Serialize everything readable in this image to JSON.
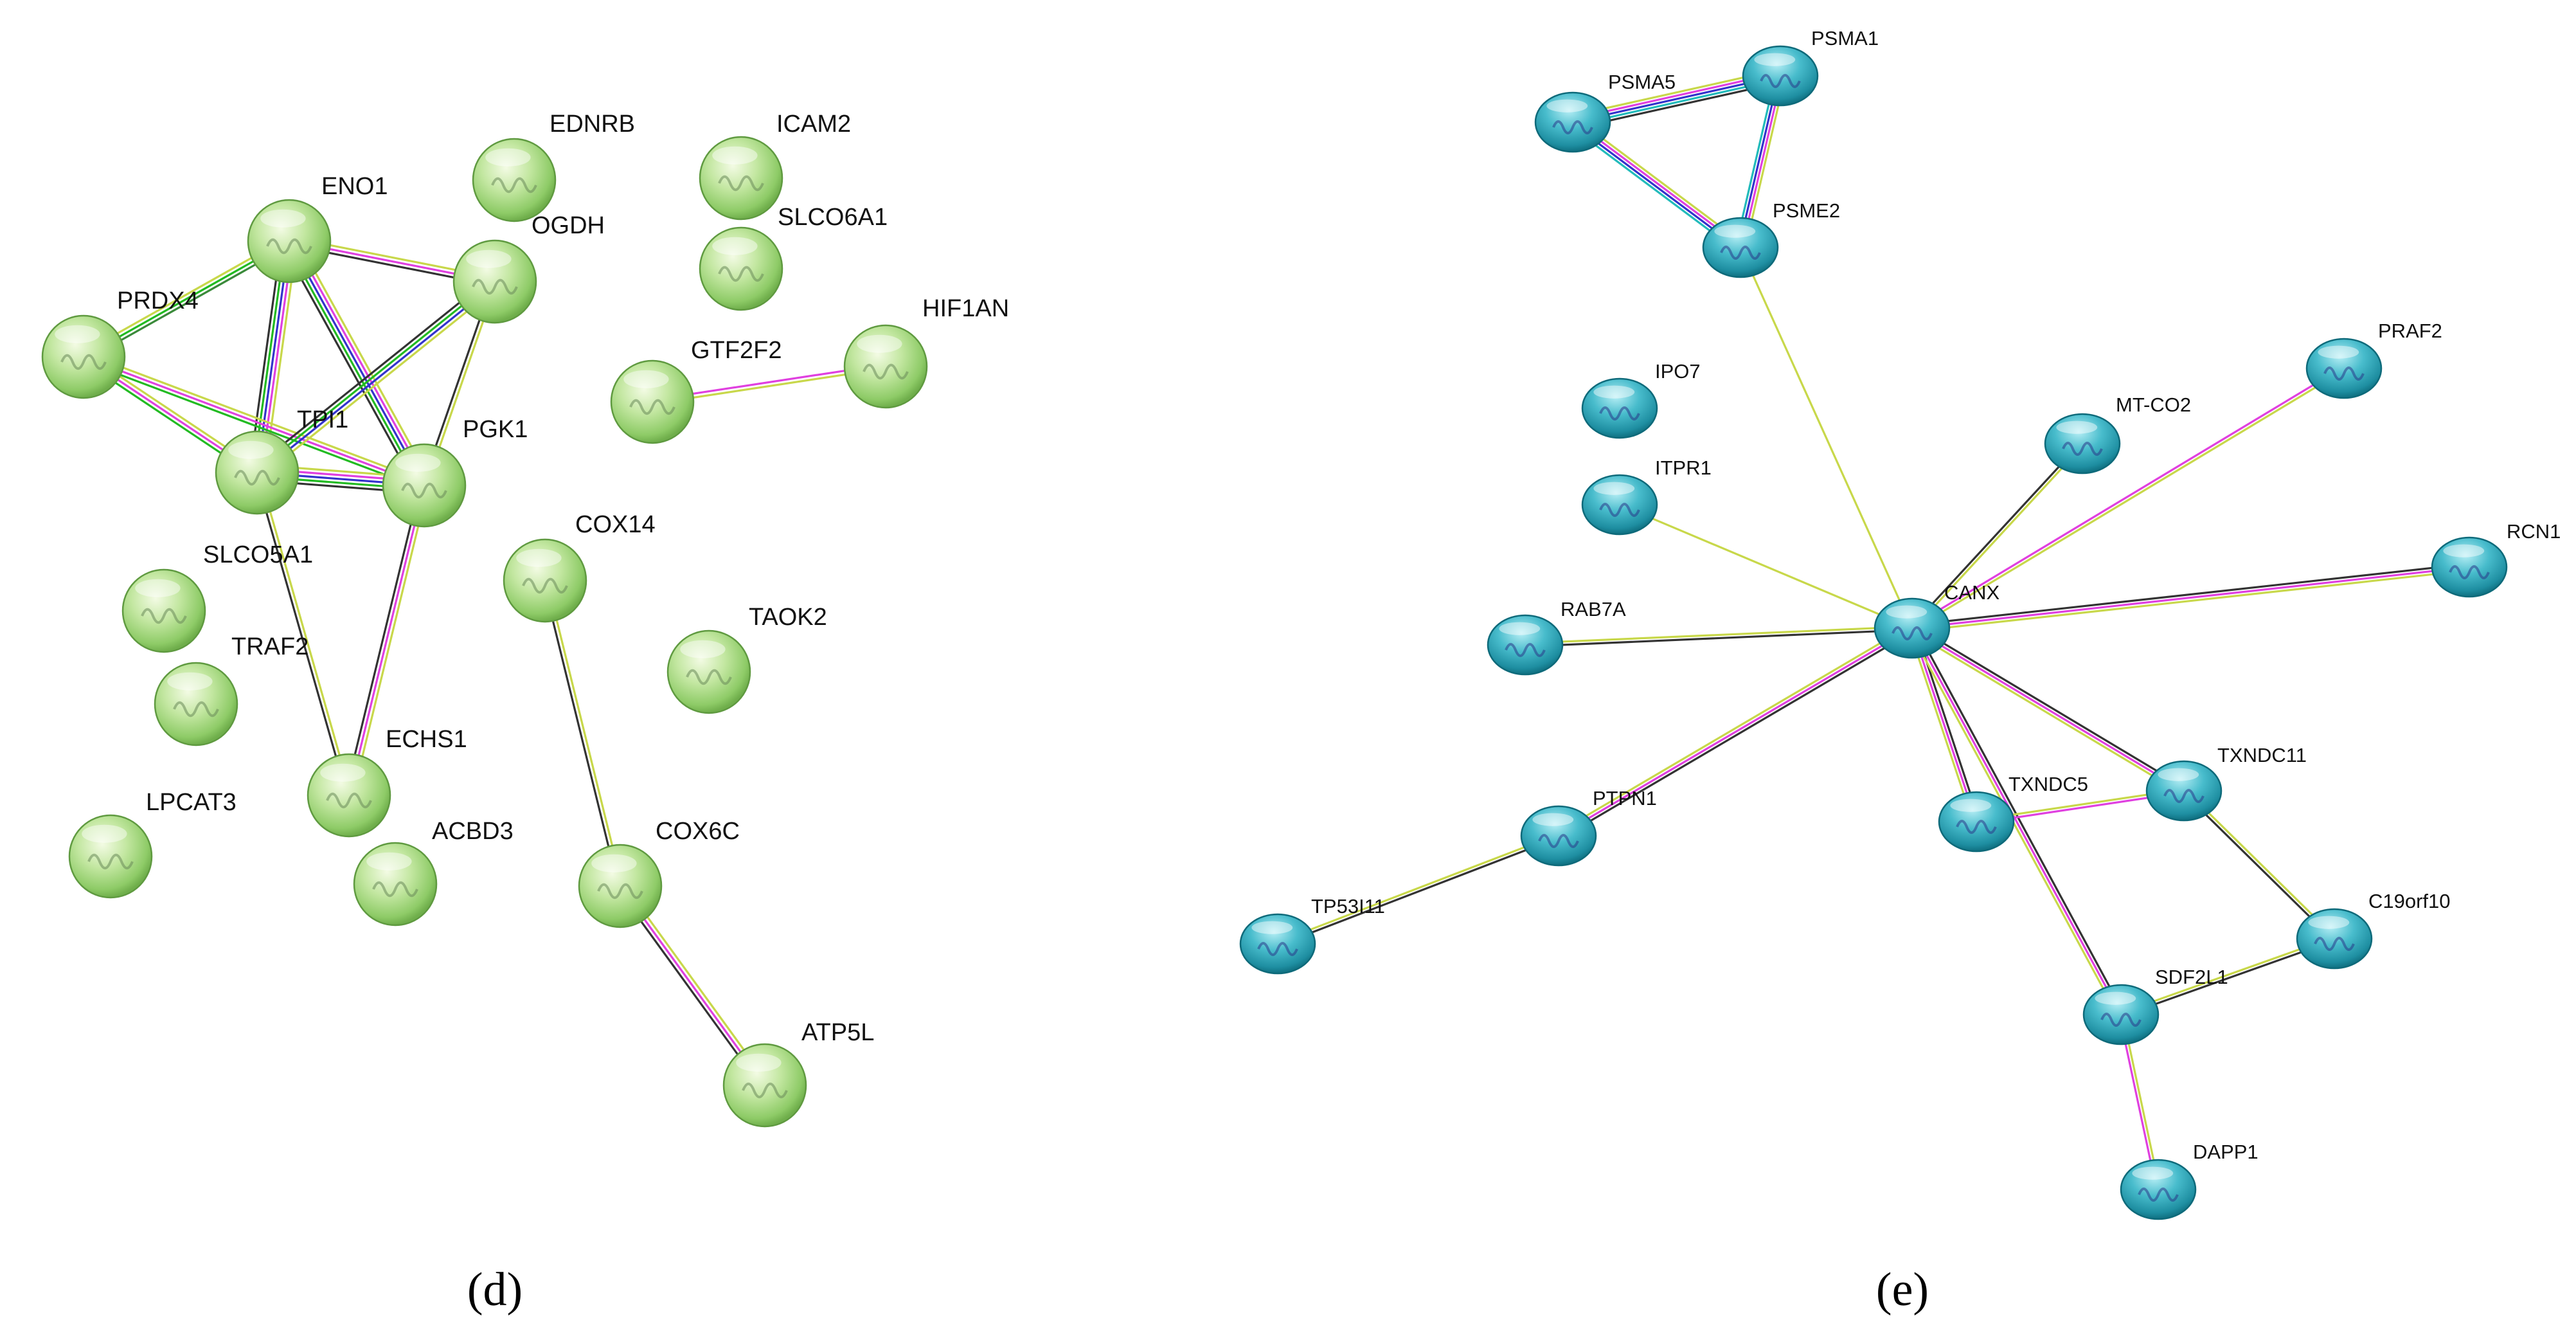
{
  "panels": [
    {
      "id": "d",
      "label": "(d)",
      "theme": "green",
      "nodes": [
        {
          "id": "EDNRB",
          "label": "EDNRB"
        },
        {
          "id": "ENO1",
          "label": "ENO1"
        },
        {
          "id": "OGDH",
          "label": "OGDH"
        },
        {
          "id": "PRDX4",
          "label": "PRDX4"
        },
        {
          "id": "TPI1",
          "label": "TPI1"
        },
        {
          "id": "PGK1",
          "label": "PGK1"
        },
        {
          "id": "SLCO5A1",
          "label": "SLCO5A1"
        },
        {
          "id": "TRAF2",
          "label": "TRAF2"
        },
        {
          "id": "ECHS1",
          "label": "ECHS1"
        },
        {
          "id": "LPCAT3",
          "label": "LPCAT3"
        },
        {
          "id": "ACBD3",
          "label": "ACBD3"
        },
        {
          "id": "ICAM2",
          "label": "ICAM2"
        },
        {
          "id": "SLCO6A1",
          "label": "SLCO6A1"
        },
        {
          "id": "GTF2F2",
          "label": "GTF2F2"
        },
        {
          "id": "HIF1AN",
          "label": "HIF1AN"
        },
        {
          "id": "COX14",
          "label": "COX14"
        },
        {
          "id": "TAOK2",
          "label": "TAOK2"
        },
        {
          "id": "COX6C",
          "label": "COX6C"
        },
        {
          "id": "ATP5L",
          "label": "ATP5L"
        }
      ],
      "edges": [
        {
          "source": "ENO1",
          "target": "OGDH",
          "colors": [
            "#c8d84a",
            "#e040e0",
            "#333333"
          ]
        },
        {
          "source": "ENO1",
          "target": "PRDX4",
          "colors": [
            "#3a8a3a",
            "#22bb22",
            "#c8d84a"
          ]
        },
        {
          "source": "ENO1",
          "target": "TPI1",
          "colors": [
            "#c8d84a",
            "#e040e0",
            "#3333cc",
            "#22bb22",
            "#333333"
          ]
        },
        {
          "source": "ENO1",
          "target": "PGK1",
          "colors": [
            "#c8d84a",
            "#e040e0",
            "#3333cc",
            "#22bb22",
            "#333333"
          ]
        },
        {
          "source": "PRDX4",
          "target": "TPI1",
          "colors": [
            "#c8d84a",
            "#e040e0",
            "#22bb22"
          ]
        },
        {
          "source": "PRDX4",
          "target": "PGK1",
          "colors": [
            "#c8d84a",
            "#e040e0",
            "#22bb22"
          ]
        },
        {
          "source": "OGDH",
          "target": "TPI1",
          "colors": [
            "#c8d84a",
            "#3333cc",
            "#22bb22",
            "#333333"
          ]
        },
        {
          "source": "OGDH",
          "target": "PGK1",
          "colors": [
            "#c8d84a",
            "#333333"
          ]
        },
        {
          "source": "TPI1",
          "target": "PGK1",
          "colors": [
            "#c8d84a",
            "#e040e0",
            "#3333cc",
            "#22bb22",
            "#333333"
          ]
        },
        {
          "source": "TPI1",
          "target": "ECHS1",
          "colors": [
            "#c8d84a",
            "#333333"
          ]
        },
        {
          "source": "PGK1",
          "target": "ECHS1",
          "colors": [
            "#c8d84a",
            "#e040e0",
            "#333333"
          ]
        },
        {
          "source": "GTF2F2",
          "target": "HIF1AN",
          "colors": [
            "#e040e0",
            "#c8d84a"
          ]
        },
        {
          "source": "COX14",
          "target": "COX6C",
          "colors": [
            "#c8d84a",
            "#333333"
          ]
        },
        {
          "source": "COX6C",
          "target": "ATP5L",
          "colors": [
            "#c8d84a",
            "#e040e0",
            "#333333"
          ]
        }
      ]
    },
    {
      "id": "e",
      "label": "(e)",
      "theme": "blue",
      "nodes": [
        {
          "id": "PSMA1",
          "label": "PSMA1"
        },
        {
          "id": "PSMA5",
          "label": "PSMA5"
        },
        {
          "id": "PSME2",
          "label": "PSME2"
        },
        {
          "id": "IPO7",
          "label": "IPO7"
        },
        {
          "id": "ITPR1",
          "label": "ITPR1"
        },
        {
          "id": "RAB7A",
          "label": "RAB7A"
        },
        {
          "id": "PRAF2",
          "label": "PRAF2"
        },
        {
          "id": "MT-CO2",
          "label": "MT-CO2"
        },
        {
          "id": "RCN1",
          "label": "RCN1"
        },
        {
          "id": "CANX",
          "label": "CANX"
        },
        {
          "id": "PTPN1",
          "label": "PTPN1"
        },
        {
          "id": "TXNDC5",
          "label": "TXNDC5"
        },
        {
          "id": "TXNDC11",
          "label": "TXNDC11"
        },
        {
          "id": "TP53I11",
          "label": "TP53I11"
        },
        {
          "id": "C19orf10",
          "label": "C19orf10"
        },
        {
          "id": "SDF2L1",
          "label": "SDF2L1"
        },
        {
          "id": "DAPP1",
          "label": "DAPP1"
        }
      ],
      "edges": [
        {
          "source": "PSMA5",
          "target": "PSMA1",
          "colors": [
            "#c8d84a",
            "#e040e0",
            "#3333cc",
            "#22bbbb",
            "#333333"
          ]
        },
        {
          "source": "PSMA5",
          "target": "PSME2",
          "colors": [
            "#c8d84a",
            "#e040e0",
            "#3333cc",
            "#22bbbb"
          ]
        },
        {
          "source": "PSMA1",
          "target": "PSME2",
          "colors": [
            "#c8d84a",
            "#e040e0",
            "#3333cc",
            "#22bbbb"
          ]
        },
        {
          "source": "PSME2",
          "target": "CANX",
          "colors": [
            "#c8d84a"
          ]
        },
        {
          "source": "ITPR1",
          "target": "CANX",
          "colors": [
            "#c8d84a"
          ]
        },
        {
          "source": "RAB7A",
          "target": "CANX",
          "colors": [
            "#c8d84a",
            "#333333"
          ]
        },
        {
          "source": "MT-CO2",
          "target": "CANX",
          "colors": [
            "#c8d84a",
            "#333333"
          ]
        },
        {
          "source": "PRAF2",
          "target": "CANX",
          "colors": [
            "#c8d84a",
            "#e040e0"
          ]
        },
        {
          "source": "RCN1",
          "target": "CANX",
          "colors": [
            "#c8d84a",
            "#e040e0",
            "#333333"
          ]
        },
        {
          "source": "PTPN1",
          "target": "CANX",
          "colors": [
            "#c8d84a",
            "#e040e0",
            "#333333"
          ]
        },
        {
          "source": "TXNDC5",
          "target": "CANX",
          "colors": [
            "#c8d84a",
            "#e040e0",
            "#333333"
          ]
        },
        {
          "source": "TXNDC11",
          "target": "CANX",
          "colors": [
            "#c8d84a",
            "#e040e0",
            "#333333"
          ]
        },
        {
          "source": "SDF2L1",
          "target": "CANX",
          "colors": [
            "#c8d84a",
            "#e040e0",
            "#333333"
          ]
        },
        {
          "source": "TP53I11",
          "target": "PTPN1",
          "colors": [
            "#c8d84a",
            "#333333"
          ]
        },
        {
          "source": "TXNDC5",
          "target": "TXNDC11",
          "colors": [
            "#c8d84a",
            "#e040e0"
          ]
        },
        {
          "source": "TXNDC11",
          "target": "C19orf10",
          "colors": [
            "#c8d84a",
            "#333333"
          ]
        },
        {
          "source": "SDF2L1",
          "target": "C19orf10",
          "colors": [
            "#c8d84a",
            "#333333"
          ]
        },
        {
          "source": "SDF2L1",
          "target": "DAPP1",
          "colors": [
            "#c8d84a",
            "#e040e0"
          ]
        }
      ]
    }
  ]
}
